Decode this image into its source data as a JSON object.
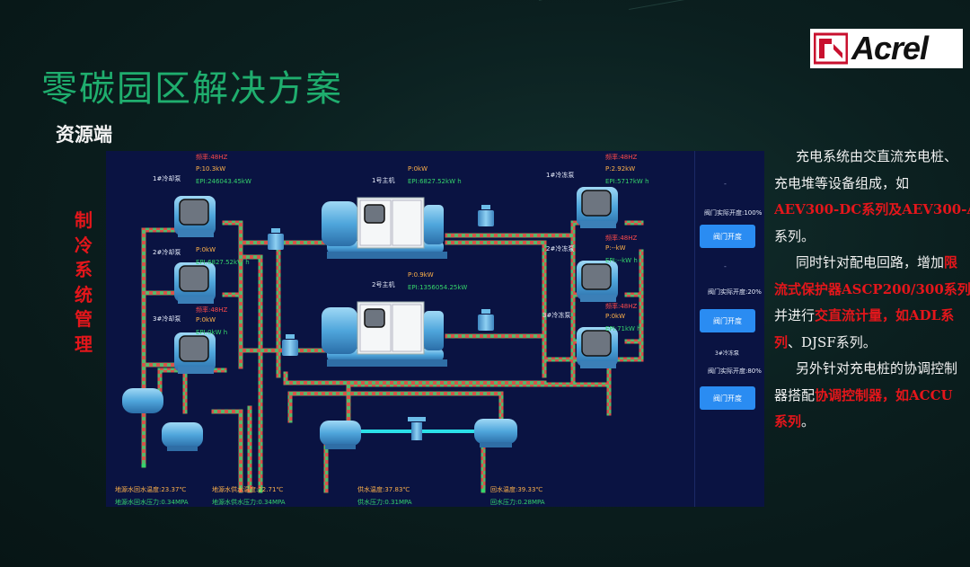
{
  "title": "零碳园区解决方案",
  "subtitle": "资源端",
  "logo": {
    "text": "Acrel",
    "brand_color": "#c8102e"
  },
  "side_label": [
    "制",
    "冷",
    "系",
    "统",
    "管",
    "理"
  ],
  "scada": {
    "pumps_left": [
      {
        "name": "1#冷却泵",
        "freq": "频率:48HZ",
        "power": "P:10.3kW",
        "energy": "EPI:246043.45kW"
      },
      {
        "name": "2#冷却泵",
        "freq": "",
        "power": "P:0kW",
        "energy": "EPI:6827.52kW h"
      },
      {
        "name": "3#冷却泵",
        "freq": "频率:48HZ",
        "power": "P:0kW",
        "energy": "EPI:0kW h"
      }
    ],
    "hosts": [
      {
        "name": "1号主机",
        "power": "P:0kW",
        "energy": "EPI:6827.52kW h"
      },
      {
        "name": "2号主机",
        "power": "P:0.9kW",
        "energy": "EPI:1356054.25kW"
      }
    ],
    "pumps_right": [
      {
        "name": "1#冷冻泵",
        "freq": "频率:48HZ",
        "power": "P:2.92kW",
        "energy": "EPI:5717kW h"
      },
      {
        "name": "2#冷冻泵",
        "freq": "频率:48HZ",
        "power": "P:--kW",
        "energy": "EPI:--kW h"
      },
      {
        "name": "3#冷冻泵",
        "freq": "频率:48HZ",
        "power": "P:0kW",
        "energy": "EPI:71kW h"
      }
    ],
    "valves": [
      {
        "dash": "-",
        "status": "阀门实际开度:100%",
        "button": "阀门开度"
      },
      {
        "dash": "-",
        "status": "阀门实际开度:20%",
        "button": "阀门开度"
      },
      {
        "dash": "3#冷冻泵",
        "status": "阀门实际开度:80%",
        "button": "阀门开度"
      }
    ],
    "readings": [
      {
        "temp": "地源水回水温度:23.37℃",
        "pressure": "地源水回水压力:0.34MPA"
      },
      {
        "temp": "地源水供水温度:22.71℃",
        "pressure": "地源水供水压力:0.34MPA"
      },
      {
        "temp": "供水温度:37.83℃",
        "pressure": "供水压力:0.31MPA"
      },
      {
        "temp": "回水温度:39.33℃",
        "pressure": "回水压力:0.28MPA"
      }
    ]
  },
  "description": {
    "lines": [
      [
        {
          "t": "充电系统由交直流充电桩、",
          "s": "w"
        }
      ],
      [
        {
          "t": "充电堆等设备组成，如",
          "s": "w"
        }
      ],
      [
        {
          "t": "AEV300-DC系列及AEV300-AC",
          "s": "r"
        }
      ],
      [
        {
          "t": "系列。",
          "s": "w"
        }
      ],
      [
        {
          "t": "同时针对配电回路，增加",
          "s": "w"
        },
        {
          "t": "限",
          "s": "r"
        }
      ],
      [
        {
          "t": "流式保护器ASCP200/300系列",
          "s": "r"
        },
        {
          "t": "，",
          "s": "w"
        }
      ],
      [
        {
          "t": "并进行",
          "s": "w"
        },
        {
          "t": "交直流计量，如ADL系",
          "s": "r"
        }
      ],
      [
        {
          "t": "列",
          "s": "r"
        },
        {
          "t": "、DJSF系列。",
          "s": "w"
        }
      ],
      [
        {
          "t": "另外针对充电桩的协调控制",
          "s": "w"
        }
      ],
      [
        {
          "t": "器搭配",
          "s": "w"
        },
        {
          "t": "协调控制器，如ACCU",
          "s": "r"
        }
      ],
      [
        {
          "t": "系列",
          "s": "r"
        },
        {
          "t": "。",
          "s": "w"
        }
      ]
    ],
    "indent_lines": [
      0,
      4,
      8
    ]
  }
}
